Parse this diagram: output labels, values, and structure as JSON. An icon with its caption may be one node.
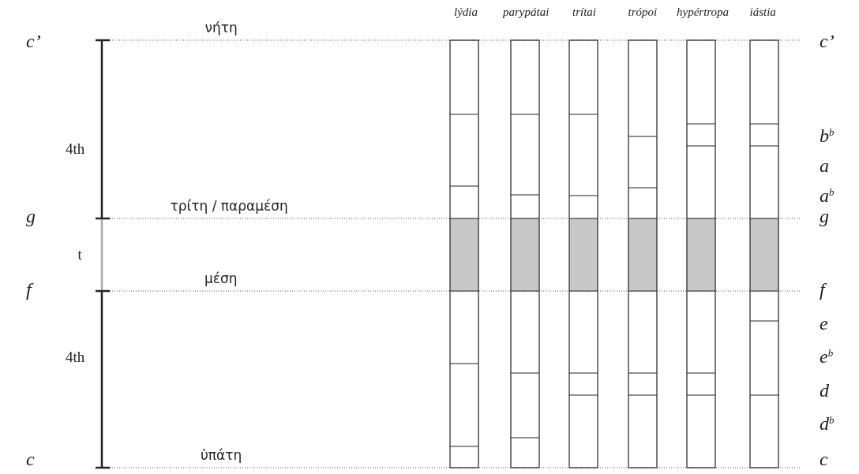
{
  "diagram": {
    "labels": [
      "lýdia",
      "parypátai",
      "trítai",
      "trópoi",
      "hypértropa",
      "iástia",
      "c’",
      "νήτη",
      "c’",
      "b$^{b}$",
      "4th",
      "a",
      "a$^{b}$",
      "g",
      "τρίτη / παραμέση",
      "g",
      "t",
      "f",
      "μέση",
      "f",
      "e",
      "4th",
      "e$^{b}$",
      "d",
      "d$^{b}$",
      "c",
      "ὑπάτη",
      "c"
    ]
  }
}
